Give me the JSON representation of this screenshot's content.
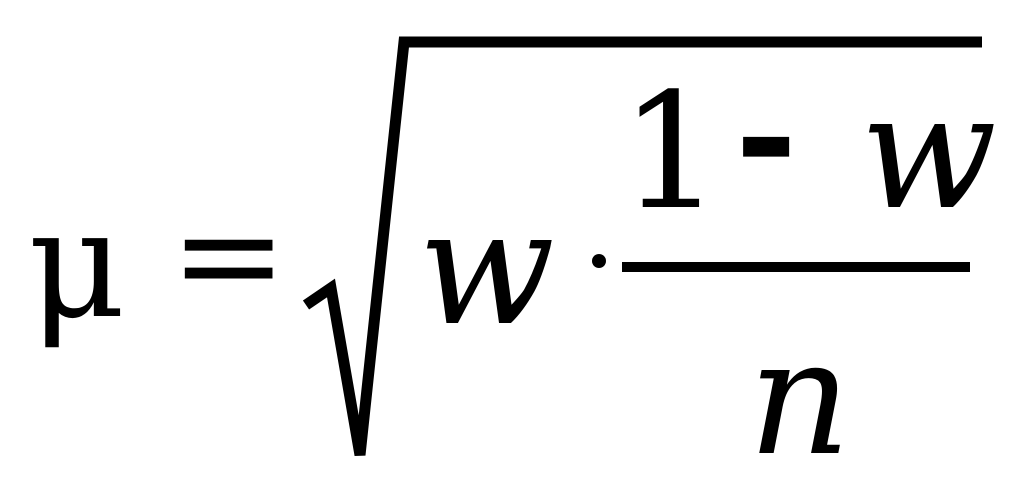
{
  "formula": {
    "lhs": "μ",
    "equals": "=",
    "radicand_factor": "w",
    "multiply_dot": "·",
    "numerator": {
      "one": "1",
      "minus": "-",
      "w": "w"
    },
    "denominator": "n"
  }
}
